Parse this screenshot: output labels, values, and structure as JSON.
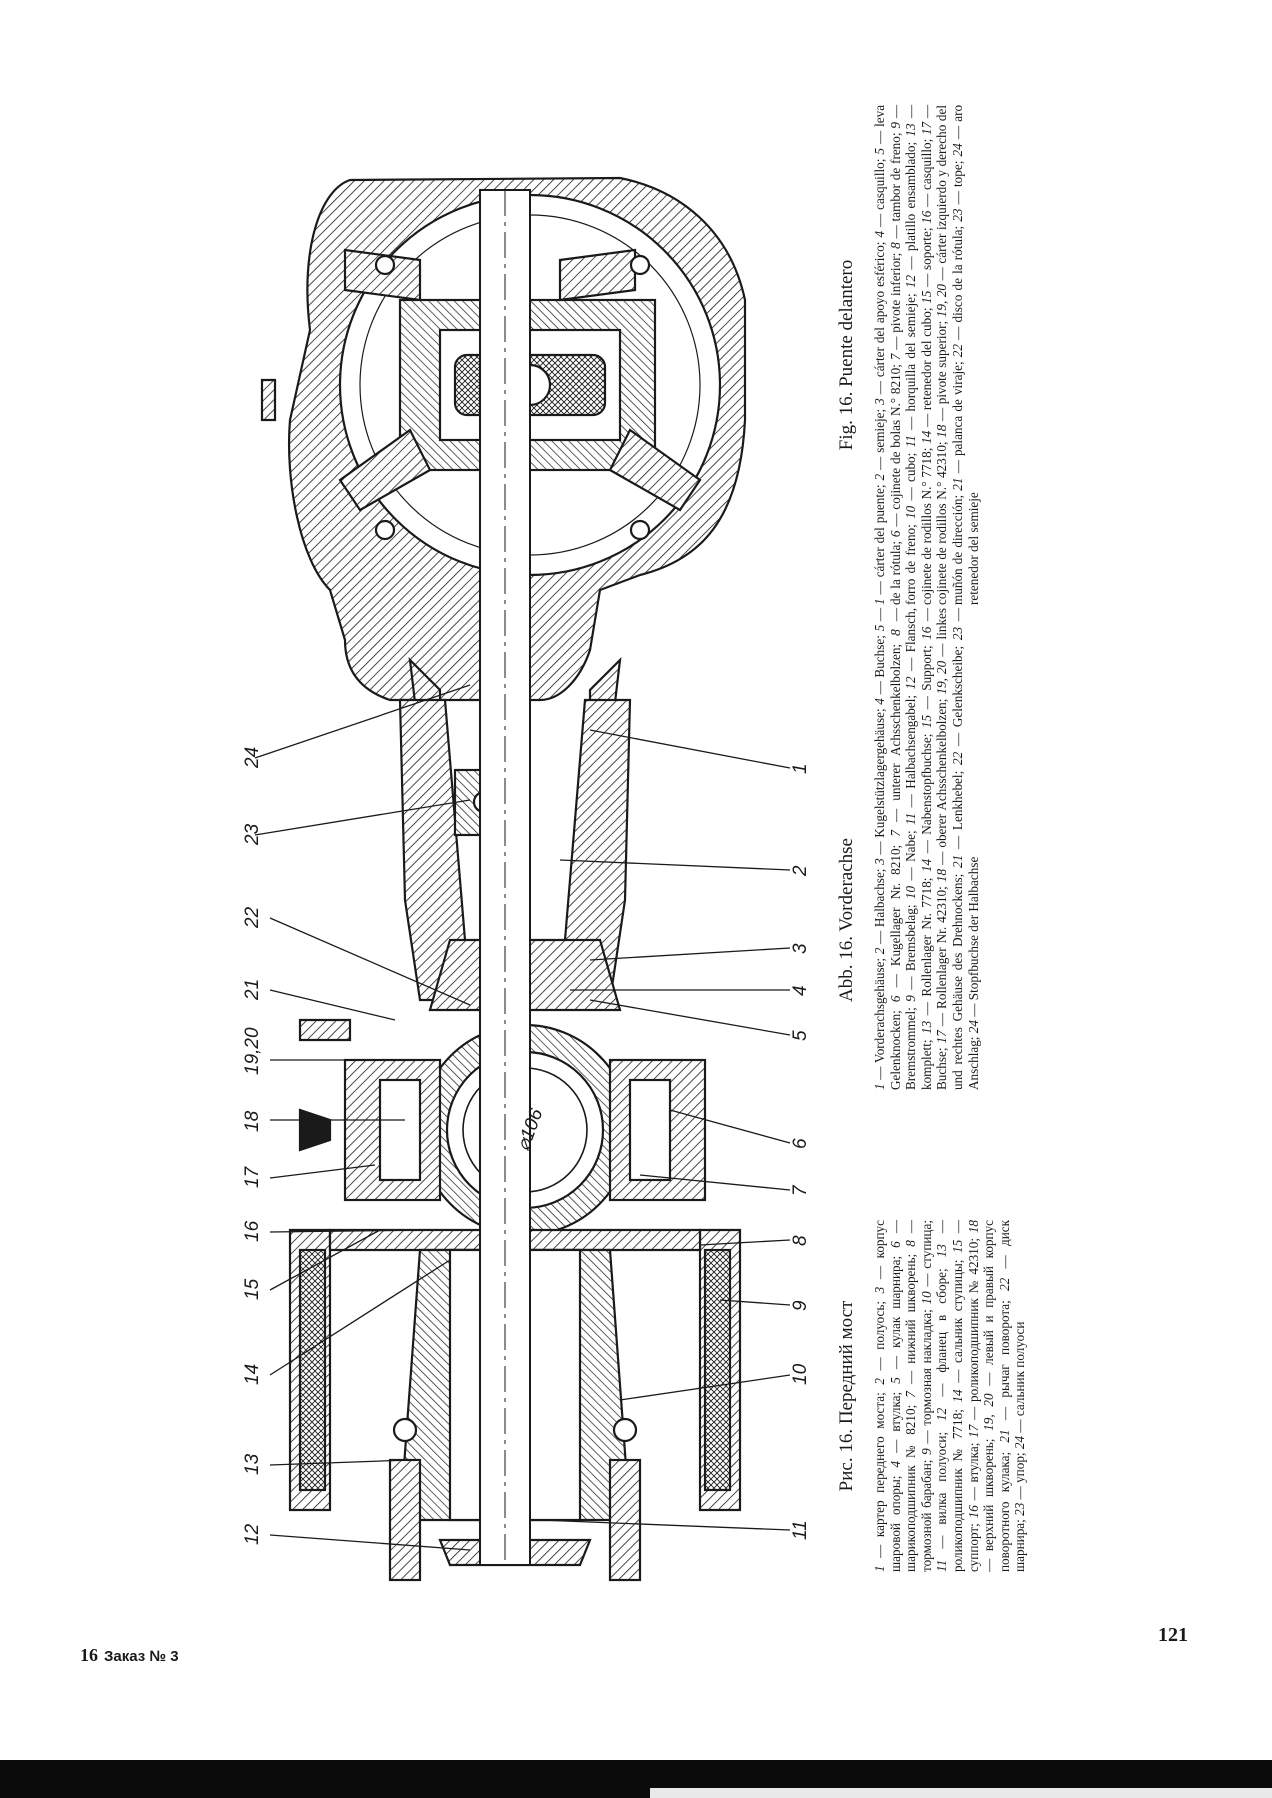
{
  "page": {
    "page_number": "121",
    "signature": "16",
    "order_label": "Заказ № 3"
  },
  "figure": {
    "diameter_mark": "⌀106",
    "callouts": [
      "24",
      "23",
      "22",
      "21",
      "19,20",
      "18",
      "17",
      "16",
      "15",
      "14",
      "13",
      "12",
      "1",
      "2",
      "3",
      "4",
      "5",
      "6",
      "7",
      "8",
      "9",
      "10",
      "11"
    ]
  },
  "captions": {
    "ru": {
      "title": "Рис. 16. Передний мост",
      "items": [
        {
          "n": "1",
          "t": "картер переднего моста;"
        },
        {
          "n": "2",
          "t": "полуось;"
        },
        {
          "n": "3",
          "t": "корпус шаровой опоры;"
        },
        {
          "n": "4",
          "t": "втулка;"
        },
        {
          "n": "5",
          "t": "кулак шарнира;"
        },
        {
          "n": "6",
          "t": "шарикоподшипник № 8210;"
        },
        {
          "n": "7",
          "t": "нижний шкворень;"
        },
        {
          "n": "8",
          "t": "тормозной барабан;"
        },
        {
          "n": "9",
          "t": "тормозная накладка;"
        },
        {
          "n": "10",
          "t": "ступица;"
        },
        {
          "n": "11",
          "t": "вилка полуоси;"
        },
        {
          "n": "12",
          "t": "фланец в сборе;"
        },
        {
          "n": "13",
          "t": "роликоподшипник № 7718;"
        },
        {
          "n": "14",
          "t": "сальник ступицы;"
        },
        {
          "n": "15",
          "t": "суппорт;"
        },
        {
          "n": "16",
          "t": "втулка;"
        },
        {
          "n": "17",
          "t": "роликоподшипник № 42310;"
        },
        {
          "n": "18",
          "t": "верхний шкворень;"
        },
        {
          "n": "19, 20",
          "t": "левый и правый корпус поворотного кулака;"
        },
        {
          "n": "21",
          "t": "рычаг поворота;"
        },
        {
          "n": "22",
          "t": "диск шарнира;"
        },
        {
          "n": "23",
          "t": "упор;"
        },
        {
          "n": "24",
          "t": "сальник полуоси"
        }
      ]
    },
    "de": {
      "title": "Abb. 16. Vorderachse",
      "items": [
        {
          "n": "1",
          "t": "Vorderachsgehäuse;"
        },
        {
          "n": "2",
          "t": "Halbachse;"
        },
        {
          "n": "3",
          "t": "Kugelstützlagergehäuse;"
        },
        {
          "n": "4",
          "t": "Buchse;"
        },
        {
          "n": "5",
          "t": "Gelenknocken;"
        },
        {
          "n": "6",
          "t": "Kugellager Nr. 8210;"
        },
        {
          "n": "7",
          "t": "unterer Achsschenkelbolzen;"
        },
        {
          "n": "8",
          "t": "Bremstrommel;"
        },
        {
          "n": "9",
          "t": "Bremsbelag;"
        },
        {
          "n": "10",
          "t": "Nabe;"
        },
        {
          "n": "11",
          "t": "Halbachsengabel;"
        },
        {
          "n": "12",
          "t": "Flansch, komplett;"
        },
        {
          "n": "13",
          "t": "Rollenlager Nr. 7718;"
        },
        {
          "n": "14",
          "t": "Nabenstopfbuchse;"
        },
        {
          "n": "15",
          "t": "Support;"
        },
        {
          "n": "16",
          "t": "Buchse;"
        },
        {
          "n": "17",
          "t": "Rollenlager Nr. 42310;"
        },
        {
          "n": "18",
          "t": "oberer Achsschenkelbolzen;"
        },
        {
          "n": "19, 20",
          "t": "linkes und rechtes Gehäuse des Drehnockens;"
        },
        {
          "n": "21",
          "t": "Lenkhebel;"
        },
        {
          "n": "22",
          "t": "Gelenkscheibe;"
        },
        {
          "n": "23",
          "t": "Anschlag;"
        },
        {
          "n": "24",
          "t": "Stopfbuchse der Halbachse"
        }
      ]
    },
    "es": {
      "title": "Fig. 16. Puente delantero",
      "items": [
        {
          "n": "1",
          "t": "cárter del puente;"
        },
        {
          "n": "2",
          "t": "semieje;"
        },
        {
          "n": "3",
          "t": "cárter del apoyo esférico;"
        },
        {
          "n": "4",
          "t": "casquillo;"
        },
        {
          "n": "5",
          "t": "leva de la rótula;"
        },
        {
          "n": "6",
          "t": "cojinete de bolas N.° 8210;"
        },
        {
          "n": "7",
          "t": "pivote inferior;"
        },
        {
          "n": "8",
          "t": "tambor de freno;"
        },
        {
          "n": "9",
          "t": "forro de freno;"
        },
        {
          "n": "10",
          "t": "cubo;"
        },
        {
          "n": "11",
          "t": "horquilla del semieje;"
        },
        {
          "n": "12",
          "t": "platillo ensamblado;"
        },
        {
          "n": "13",
          "t": "cojinete de rodillos N.° 7718;"
        },
        {
          "n": "14",
          "t": "retenedor del cubo;"
        },
        {
          "n": "15",
          "t": "soporte;"
        },
        {
          "n": "16",
          "t": "casquillo;"
        },
        {
          "n": "17",
          "t": "cojinete de rodillos N.° 42310;"
        },
        {
          "n": "18",
          "t": "pivote superior;"
        },
        {
          "n": "19, 20",
          "t": "cárter izquierdo y derecho del muñón de dirección;"
        },
        {
          "n": "21",
          "t": "palanca de viraje;"
        },
        {
          "n": "22",
          "t": "disco de la rótula;"
        },
        {
          "n": "23",
          "t": "tope;"
        },
        {
          "n": "24",
          "t": "aro retenedor del semieje"
        }
      ]
    }
  }
}
